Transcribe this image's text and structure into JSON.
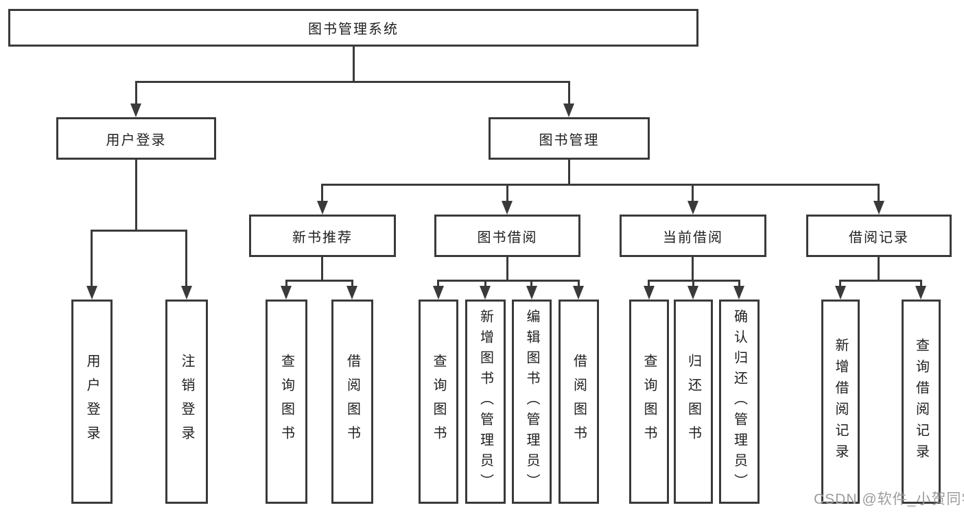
{
  "tree": {
    "label": "图书管理系统",
    "children": [
      {
        "label": "用户登录",
        "children": [
          {
            "label": "用户登录"
          },
          {
            "label": "注销登录"
          }
        ]
      },
      {
        "label": "图书管理",
        "children": [
          {
            "label": "新书推荐",
            "children": [
              {
                "label": "查询图书"
              },
              {
                "label": "借阅图书"
              }
            ]
          },
          {
            "label": "图书借阅",
            "children": [
              {
                "label": "查询图书"
              },
              {
                "label": "新增图书（管理员）"
              },
              {
                "label": "编辑图书（管理员）"
              },
              {
                "label": "借阅图书"
              }
            ]
          },
          {
            "label": "当前借阅",
            "children": [
              {
                "label": "查询图书"
              },
              {
                "label": "归还图书"
              },
              {
                "label": "确认归还（管理员）"
              }
            ]
          },
          {
            "label": "借阅记录",
            "children": [
              {
                "label": "新增借阅记录"
              },
              {
                "label": "查询借阅记录"
              }
            ]
          }
        ]
      }
    ]
  },
  "watermark": {
    "text": "CSDN @软件_小贺同学"
  },
  "colors": {
    "line": "#3a3a3a",
    "text": "#1f1f1f",
    "background": "#ffffff",
    "watermark": "#9c9c9c"
  }
}
